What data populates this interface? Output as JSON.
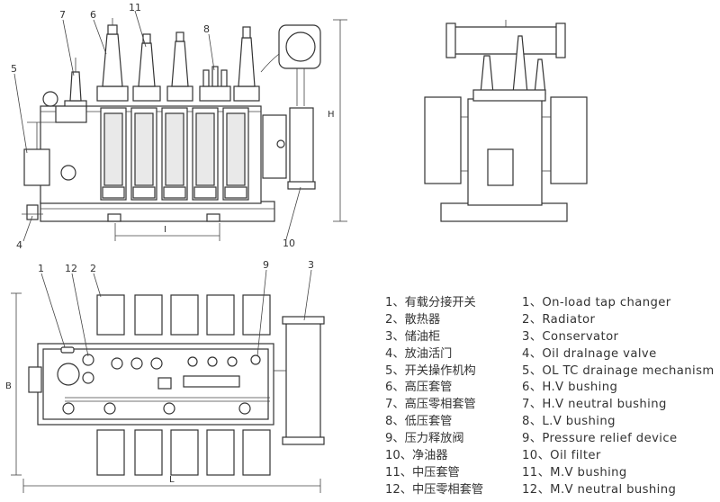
{
  "callouts": {
    "top_left": [
      "7",
      "6",
      "11",
      "8",
      "5",
      "4",
      "10"
    ],
    "plan": [
      "1",
      "12",
      "2",
      "9",
      "3"
    ]
  },
  "dims": {
    "H": "H",
    "I": "I",
    "B": "B",
    "L": "L"
  },
  "legend": {
    "cn": [
      "1、有载分接开关",
      "2、散热器",
      "3、储油柜",
      "4、放油活门",
      "5、开关操作机构",
      "6、高压套管",
      "7、高压零相套管",
      "8、低压套管",
      "9、压力释放阀",
      "10、净油器",
      "11、中压套管",
      "12、中压零相套管"
    ],
    "en": [
      "1、On-load tap changer",
      "2、Radiator",
      "3、Conservator",
      "4、Oil dralnage valve",
      "5、OL TC drainage mechanism",
      "6、H.V bushing",
      "7、H.V neutral bushing",
      "8、L.V bushing",
      "9、Pressure relief device",
      "10、Oil filter",
      "11、M.V bushing",
      "12、M.V neutral bushing"
    ]
  }
}
